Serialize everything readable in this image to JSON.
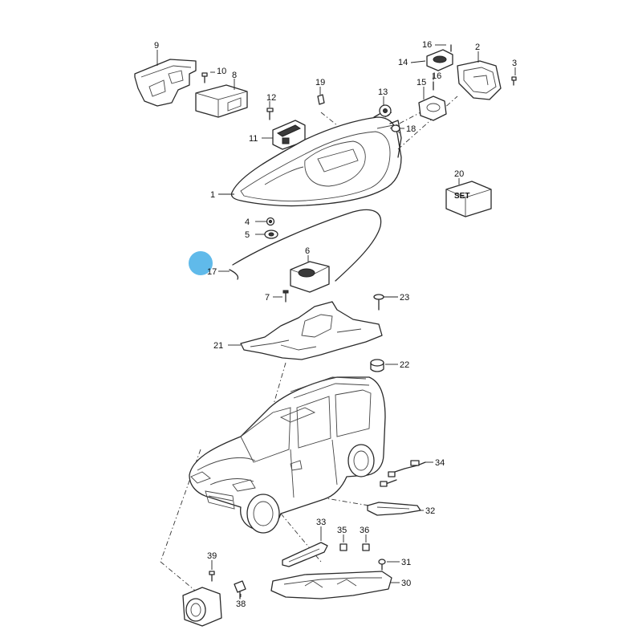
{
  "callouts": {
    "c1": "1",
    "c2": "2",
    "c3": "3",
    "c4": "4",
    "c5": "5",
    "c6": "6",
    "c7": "7",
    "c8": "8",
    "c9": "9",
    "c10": "10",
    "c11": "11",
    "c12": "12",
    "c13": "13",
    "c14": "14",
    "c15": "15",
    "c16": "16",
    "c17": "17",
    "c18": "18",
    "c19": "19",
    "c20": "20",
    "c21": "21",
    "c22": "22",
    "c23": "23",
    "c30": "30",
    "c31": "31",
    "c32": "32",
    "c33": "33",
    "c34": "34",
    "c35": "35",
    "c36": "36",
    "c38": "38",
    "c39": "39"
  },
  "set_box_label": "SET",
  "colors": {
    "line": "#2a2a2a",
    "highlight_dot": "#4fb3e8"
  }
}
